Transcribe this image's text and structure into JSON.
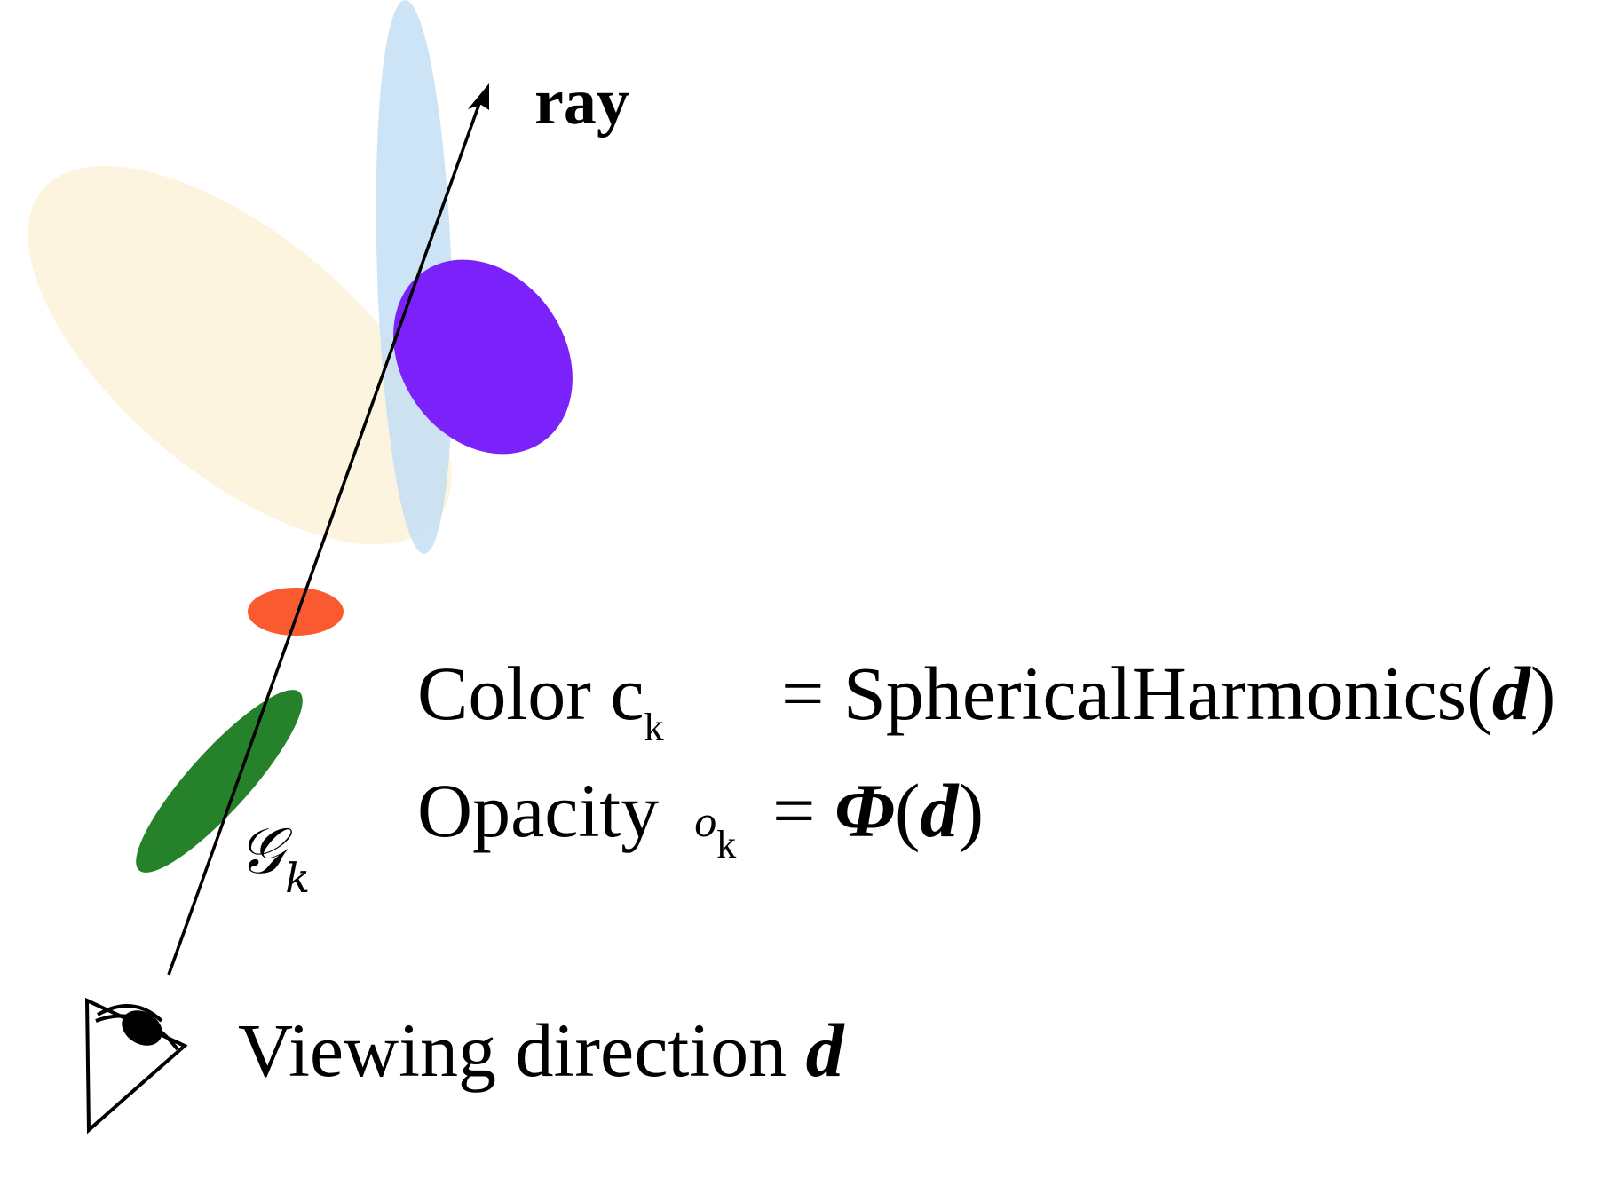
{
  "labels": {
    "ray": "ray",
    "color_label": "Color c",
    "color_sub": "k",
    "color_eq": "= SphericalHarmonics(",
    "color_var": "d",
    "color_close": ")",
    "opacity_label": "Opacity",
    "opacity_sym": "o",
    "opacity_sub": "k",
    "opacity_eq": "= ",
    "opacity_phi": "Φ",
    "opacity_open": "(",
    "opacity_var": "d",
    "opacity_close": ")",
    "gaussian_symbol": "𝒢",
    "gaussian_sub": "k",
    "viewing_label": "Viewing direction ",
    "viewing_var": "d"
  },
  "colors": {
    "beige_ellipse": "#fdf3dc",
    "blue_ellipse": "#c4def5",
    "purple_ellipse": "#7b22fb",
    "red_ellipse": "#fa5a30",
    "green_ellipse": "#25812a",
    "line": "#000000"
  },
  "icons": [
    "eye-icon",
    "arrow-head-icon"
  ]
}
